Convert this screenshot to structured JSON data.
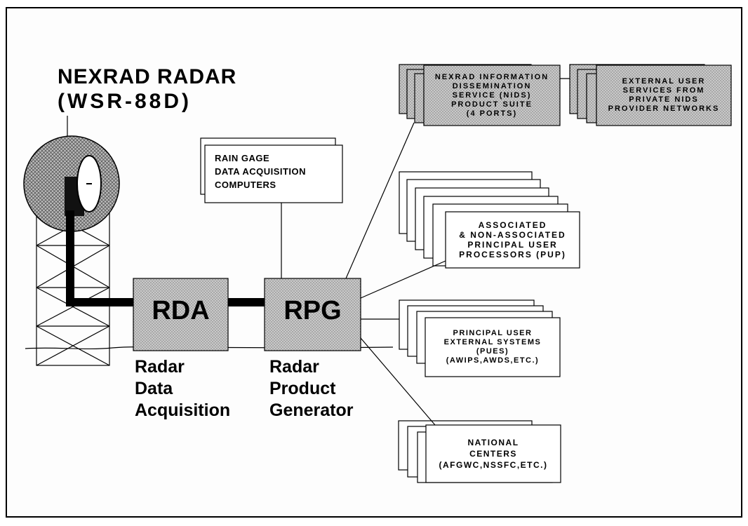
{
  "title": {
    "line1": "NEXRAD RADAR",
    "line2": "(WSR-88D)"
  },
  "rda": {
    "label": "RDA",
    "caption": [
      "Radar",
      "Data",
      "Acquisition"
    ]
  },
  "rpg": {
    "label": "RPG",
    "caption": [
      "Radar",
      "Product",
      "Generator"
    ]
  },
  "rain_gage": {
    "lines": [
      "RAIN GAGE",
      "DATA ACQUISITION",
      "COMPUTERS"
    ]
  },
  "nids": {
    "lines": [
      "NEXRAD INFORMATION",
      "DISSEMINATION",
      "SERVICE (NIDS)",
      "PRODUCT SUITE",
      "(4 PORTS)"
    ]
  },
  "external": {
    "lines": [
      "EXTERNAL USER",
      "SERVICES FROM",
      "PRIVATE NIDS",
      "PROVIDER NETWORKS"
    ]
  },
  "pup": {
    "lines": [
      "ASSOCIATED",
      "& NON-ASSOCIATED",
      "PRINCIPAL USER",
      "PROCESSORS (PUP)"
    ]
  },
  "pues": {
    "lines": [
      "PRINCIPAL USER",
      "EXTERNAL SYSTEMS",
      "(PUES)",
      "(AWIPS,AWDS,ETC.)"
    ]
  },
  "national": {
    "lines": [
      "NATIONAL",
      "CENTERS",
      "(AFGWC,NSSFC,ETC.)"
    ]
  },
  "colors": {
    "box_fill": "#d4d4d4",
    "radome_fill": "#bdbdbd",
    "line": "#000000"
  }
}
